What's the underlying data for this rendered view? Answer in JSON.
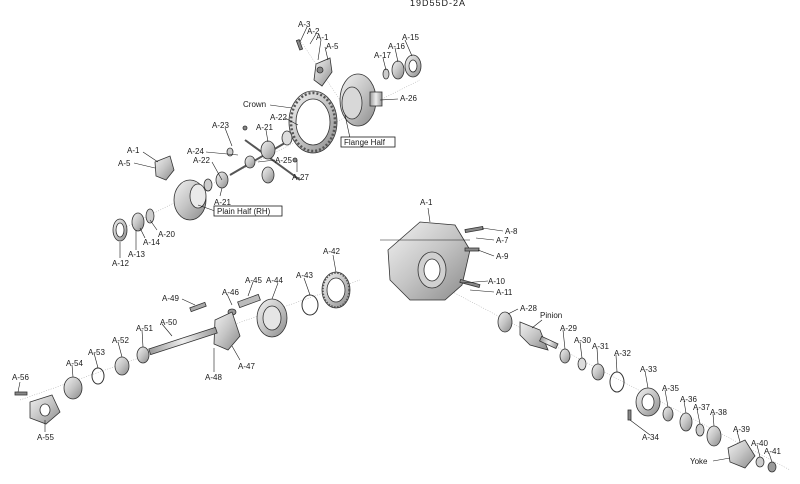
{
  "title": "19D55D-2A",
  "colors": {
    "metal_light": "#e6e6e6",
    "metal_mid": "#bdbdbd",
    "metal_dark": "#7a7a7a",
    "ink": "#1a1a1a"
  },
  "labels": {
    "a3": "A-3",
    "a2": "A-2",
    "a1_top": "A-1",
    "a5_top": "A-5",
    "a15": "A-15",
    "a16": "A-16",
    "a17": "A-17",
    "a26": "A-26",
    "crown": "Crown",
    "a22_top": "A-22",
    "a23": "A-23",
    "a21_top": "A-21",
    "flange_half": "Flange Half",
    "a24": "A-24",
    "a22_mid": "A-22",
    "a25": "A-25",
    "a27": "A-27",
    "a1_left": "A-1",
    "a5_left": "A-5",
    "a21_bot": "A-21",
    "plain_half": "Plain Half (RH)",
    "a20": "A-20",
    "a14": "A-14",
    "a13": "A-13",
    "a12": "A-12",
    "a1_main": "A-1",
    "a8": "A-8",
    "a7": "A-7",
    "a9": "A-9",
    "a10": "A-10",
    "a11": "A-11",
    "a42": "A-42",
    "a43": "A-43",
    "a44": "A-44",
    "a45": "A-45",
    "a46": "A-46",
    "a49": "A-49",
    "a50": "A-50",
    "a51": "A-51",
    "a52": "A-52",
    "a53": "A-53",
    "a54": "A-54",
    "a56": "A-56",
    "a55": "A-55",
    "a47": "A-47",
    "a48": "A-48",
    "a28": "A-28",
    "pinion": "Pinion",
    "a29": "A-29",
    "a30": "A-30",
    "a31": "A-31",
    "a32": "A-32",
    "a33": "A-33",
    "a35": "A-35",
    "a36": "A-36",
    "a37": "A-37",
    "a38": "A-38",
    "a39": "A-39",
    "a34": "A-34",
    "a40": "A-40",
    "a41": "A-41",
    "yoke": "Yoke"
  }
}
